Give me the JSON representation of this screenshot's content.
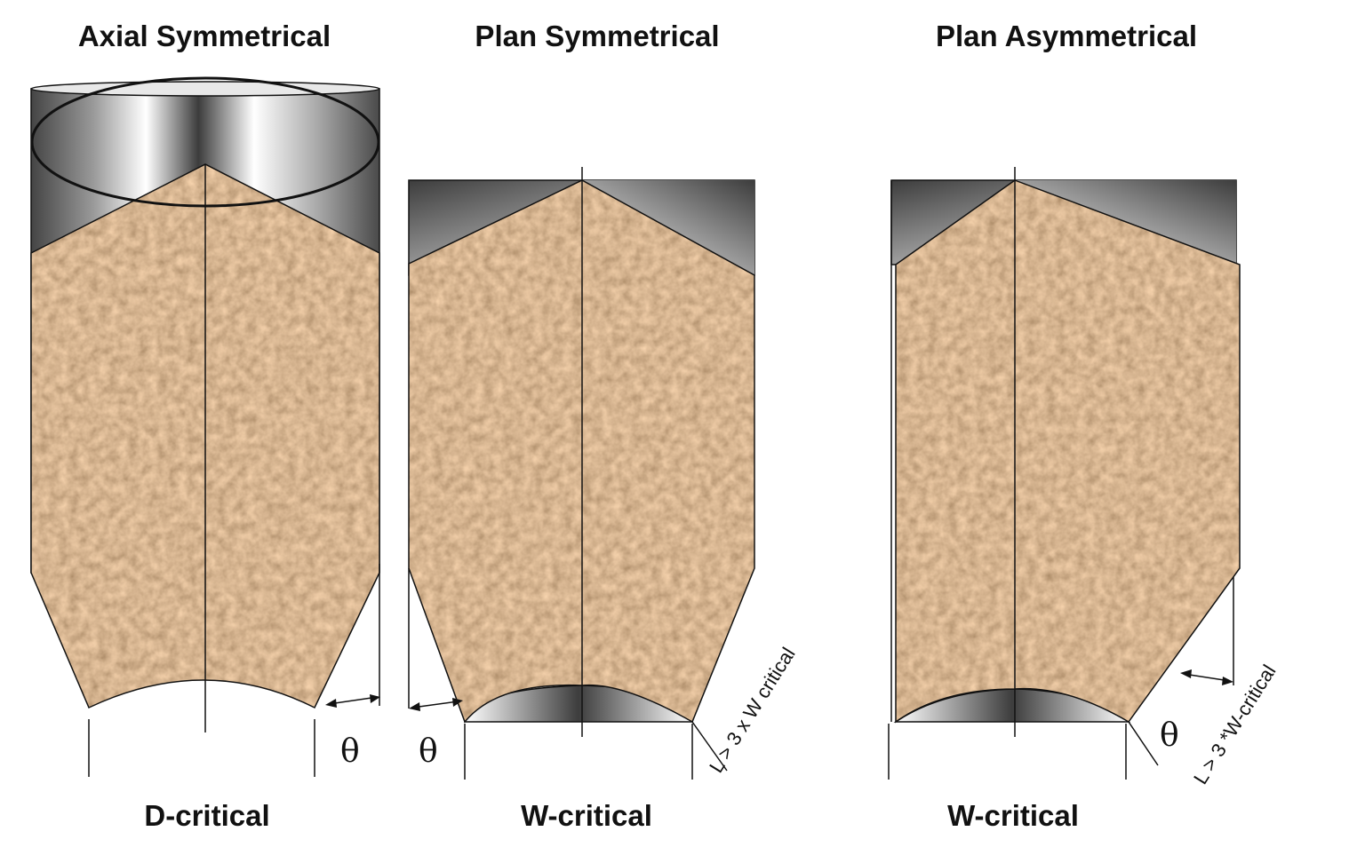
{
  "panels": [
    {
      "title": "Axial Symmetrical",
      "footer": "D-critical",
      "angle_symbol": "θ"
    },
    {
      "title": "Plan Symmetrical",
      "footer": "W-critical",
      "angle_symbol": "θ",
      "length_label": "L > 3 x W critical"
    },
    {
      "title": "Plan Asymmetrical",
      "footer": "W-critical",
      "angle_symbol": "θ",
      "length_label": "L > 3 *W-critical"
    }
  ],
  "colors": {
    "material": "#b58a60",
    "steel_dark": "#3a3a3a",
    "steel_light": "#ffffff",
    "line": "#111111"
  }
}
